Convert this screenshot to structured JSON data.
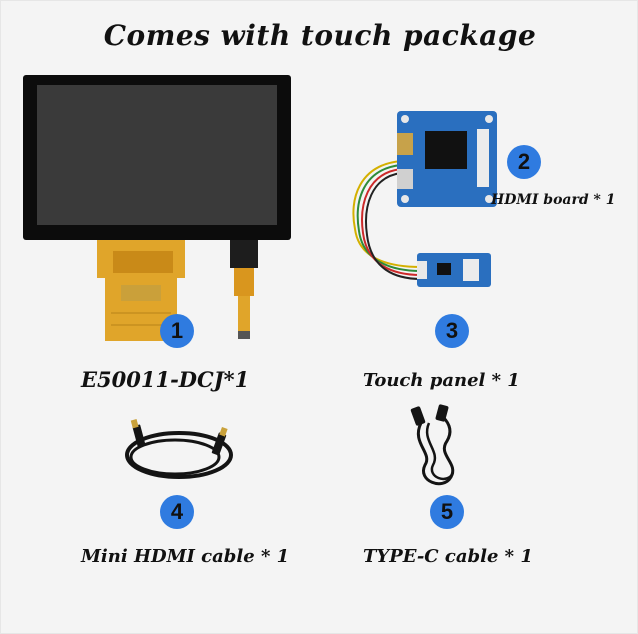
{
  "title": "Comes with touch package",
  "items": [
    {
      "number": "1",
      "label": "E50011-DCJ*1",
      "icon": "lcd-display-icon"
    },
    {
      "number": "2",
      "label": "HDMI board * 1",
      "icon": "hdmi-board-icon"
    },
    {
      "number": "3",
      "label": "Touch panel * 1",
      "icon": "touch-controller-board-icon"
    },
    {
      "number": "4",
      "label": "Mini HDMI cable * 1",
      "icon": "hdmi-cable-icon"
    },
    {
      "number": "5",
      "label": "TYPE-C cable * 1",
      "icon": "usb-c-cable-icon"
    }
  ],
  "colors": {
    "badge": "#2f7be0",
    "screen": "#3a3a3a",
    "pcb": "#2a6fbf",
    "flex": "#e0a52a"
  }
}
